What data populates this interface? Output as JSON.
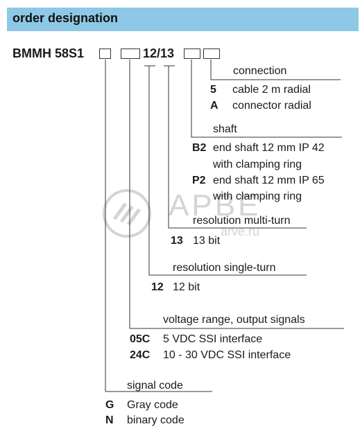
{
  "header": {
    "title": "order designation"
  },
  "designation": {
    "model": "BMMH 58S1",
    "resolution": "12/13"
  },
  "colors": {
    "header_bg": "#8ec8e6",
    "line": "#333333",
    "watermark": "#d4d4d4"
  },
  "watermark": {
    "text": "APBE",
    "sub": "arve.ru"
  },
  "sections": {
    "connection": {
      "title": "connection",
      "options": [
        {
          "code": "5",
          "label": "cable 2 m radial"
        },
        {
          "code": "A",
          "label": "connector radial"
        }
      ]
    },
    "shaft": {
      "title": "shaft",
      "options": [
        {
          "code": "B2",
          "line1": "end shaft 12 mm IP 42",
          "line2": "with clamping ring"
        },
        {
          "code": "P2",
          "line1": "end shaft 12 mm IP 65",
          "line2": "with clamping ring"
        }
      ]
    },
    "multiturn": {
      "title": "resolution multi-turn",
      "options": [
        {
          "code": "13",
          "label": "13 bit"
        }
      ]
    },
    "singleturn": {
      "title": "resolution single-turn",
      "options": [
        {
          "code": "12",
          "label": "12 bit"
        }
      ]
    },
    "voltage": {
      "title": "voltage range, output signals",
      "options": [
        {
          "code": "05C",
          "label": "5 VDC SSI interface"
        },
        {
          "code": "24C",
          "label": "10 - 30 VDC SSI interface"
        }
      ]
    },
    "signal": {
      "title": "signal code",
      "options": [
        {
          "code": "G",
          "label": "Gray code"
        },
        {
          "code": "N",
          "label": "binary code"
        }
      ]
    }
  }
}
